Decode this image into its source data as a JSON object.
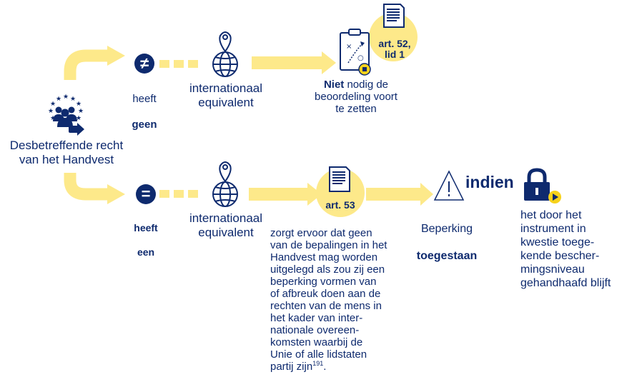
{
  "colors": {
    "navy": "#0e2a6e",
    "yellow": "#fde98a",
    "gold": "#f7d21b",
    "white": "#ffffff"
  },
  "icons": {
    "eu_people": "eu-stars-people-icon",
    "globe": "globe-location-pin-icon",
    "clipboard": "clipboard-strategy-icon",
    "document": "document-icon",
    "warning": "warning-triangle-icon",
    "lock": "padlock-play-icon"
  },
  "root": {
    "label": "Desbetreffende recht\nvan het Handvest"
  },
  "top_branch": {
    "symbol": "≠",
    "status_prefix": "heeft",
    "status_emph": "geen",
    "equivalent_label": "internationaal\nequivalent",
    "article_label": "art. 52,\nlid 1",
    "outcome_emph": "Niet",
    "outcome_rest": " nodig de\nbeoordeling voort\nte zetten"
  },
  "bottom_branch": {
    "symbol": "=",
    "status_prefix": "heeft",
    "status_emph": "een",
    "equivalent_label": "internationaal\nequivalent",
    "article_label": "art. 53",
    "article_text": "zorgt ervoor dat geen\nvan de bepalingen in het\nHandvest mag worden\nuitgelegd als zou zij een\nbeperking vormen van\nof afbreuk doen aan de\nrechten van de mens in\nhet kader van inter-\nnationale overeen-\nkomsten waarbij de\nUnie of alle lidstaten\npartij zijn",
    "footnote": "191",
    "end_punct": ".",
    "limitation_prefix": "Beperking",
    "limitation_emph": "toegestaan",
    "condition": "indien",
    "condition_text": "het door het\ninstrument in\nkwestie toege-\nkende bescher-\nmingsniveau\ngehandhaafd blijft"
  }
}
